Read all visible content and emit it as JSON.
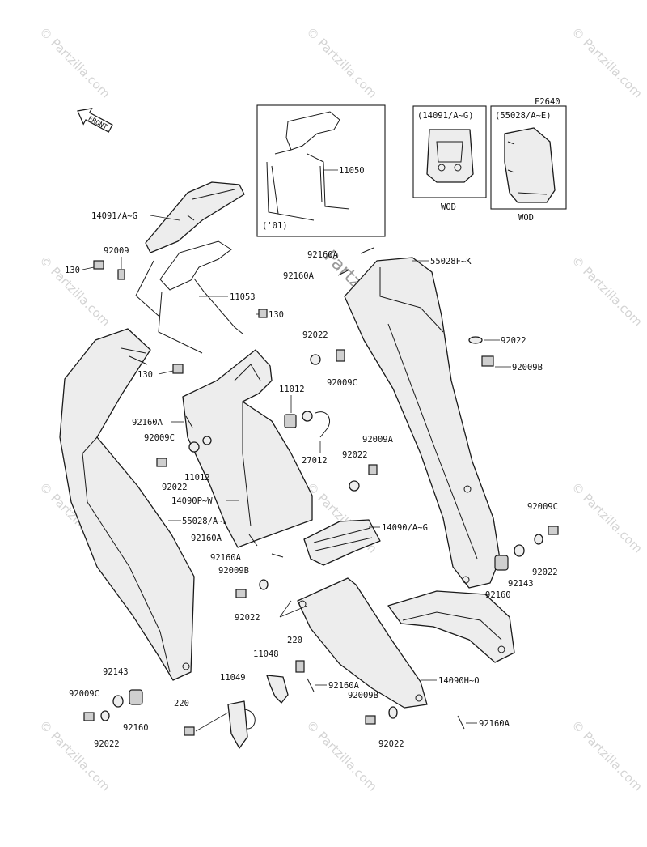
{
  "figure_code": "F2640",
  "front_label": "FRONT",
  "watermarks": [
    "© Partzilla.com",
    "Partzilla.com"
  ],
  "insets": {
    "frame_year": "('01)",
    "wod_left_title": "(14091/A~G)",
    "wod_left_caption": "WOD",
    "wod_right_title": "(55028/A~E)",
    "wod_right_caption": "WOD"
  },
  "labels": {
    "p11050": "11050",
    "p14091_top": "14091/A~G",
    "p92009_top": "92009",
    "p130_a": "130",
    "p11053": "11053",
    "p130_b": "130",
    "p130_c": "130",
    "p92160A_a": "92160A",
    "p92160A_b": "92160A",
    "p55028FK": "55028F~K",
    "p92022_a": "92022",
    "p92009C_a": "92009C",
    "p92022_b": "92022",
    "p92009B_a": "92009B",
    "p11012_a": "11012",
    "p27012": "27012",
    "p92160A_c": "92160A",
    "p92009C_b": "92009C",
    "p11012_b": "11012",
    "p92022_c": "92022",
    "p92022_d": "92022",
    "p92009A": "92009A",
    "p14090PW": "14090P~W",
    "p55028AE": "55028/A~E",
    "p92160A_d": "92160A",
    "p14090AG": "14090/A~G",
    "p92160A_e": "92160A",
    "p92009B_b": "92009B",
    "p92022_e": "92022",
    "p92009C_c": "92009C",
    "p92143_a": "92143",
    "p92022_f": "92022",
    "p92160_a": "92160",
    "p220_a": "220",
    "p11048": "11048",
    "p92160A_f": "92160A",
    "p14090HO": "14090H~O",
    "p92143_b": "92143",
    "p92009C_d": "92009C",
    "p92022_g": "92022",
    "p92160_b": "92160",
    "p11049": "11049",
    "p220_b": "220",
    "p92009B_c": "92009B",
    "p92022_h": "92022",
    "p92160A_g": "92160A"
  }
}
